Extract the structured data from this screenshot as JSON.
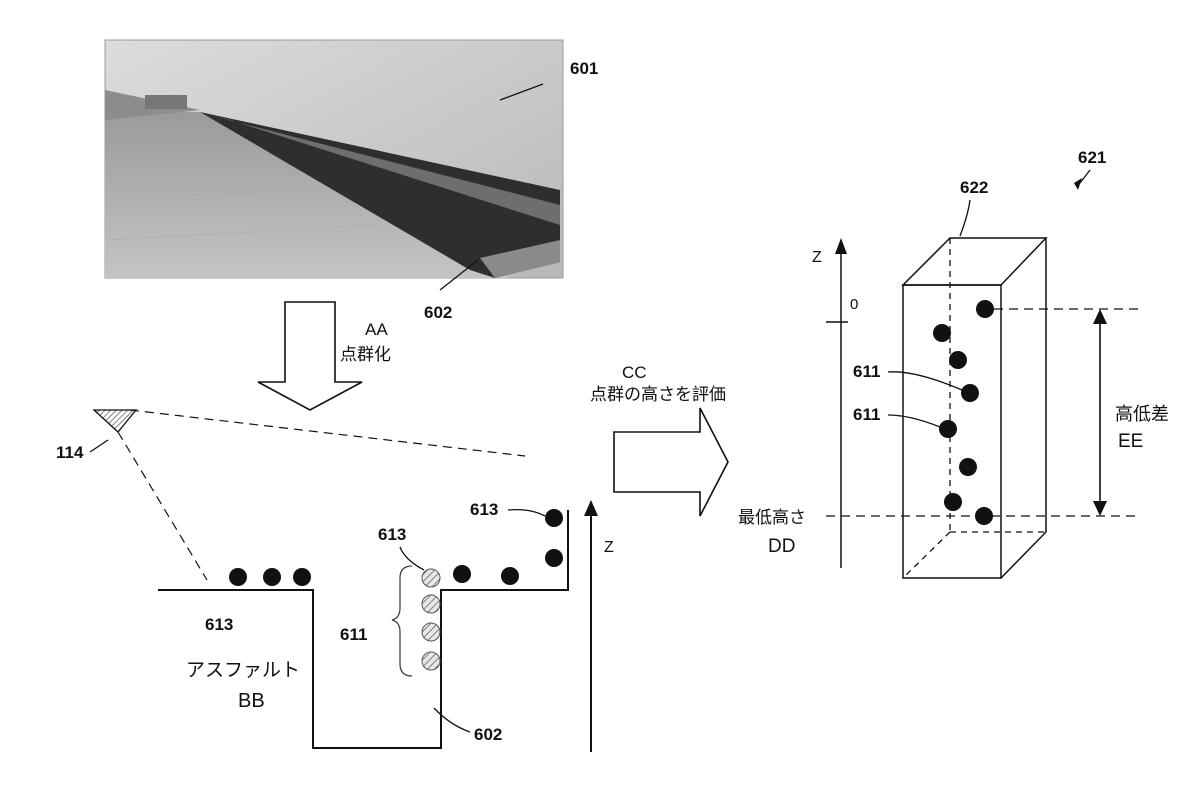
{
  "labels": {
    "ref_601": "601",
    "ref_602_photo": "602",
    "ref_602_section": "602",
    "ref_114": "114",
    "ref_613_left": "613",
    "ref_613_mid": "613",
    "ref_613_right": "613",
    "ref_611_section": "611",
    "ref_611_a": "611",
    "ref_611_b": "611",
    "ref_621": "621",
    "ref_622": "622",
    "step_aa": "AA",
    "step_aa_sub": "点群化",
    "step_cc": "CC",
    "step_cc_sub": "点群の高さを評価",
    "asphalt": "アスファルト",
    "asphalt_code": "BB",
    "min_height": "最低高さ",
    "min_height_code": "DD",
    "height_diff": "高低差",
    "height_diff_code": "EE",
    "axis_z_section": "Z",
    "axis_z_box": "Z",
    "axis_zero": "0"
  }
}
